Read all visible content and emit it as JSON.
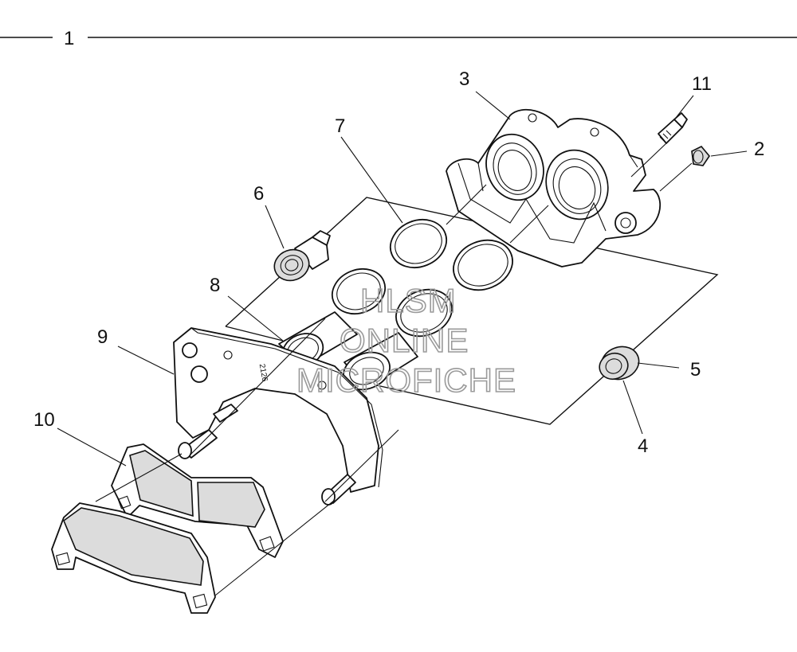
{
  "assembly_number": "1",
  "callouts": [
    {
      "id": "2",
      "label": "2"
    },
    {
      "id": "3",
      "label": "3"
    },
    {
      "id": "4",
      "label": "4"
    },
    {
      "id": "5",
      "label": "5"
    },
    {
      "id": "6",
      "label": "6"
    },
    {
      "id": "7",
      "label": "7"
    },
    {
      "id": "8",
      "label": "8"
    },
    {
      "id": "9",
      "label": "9"
    },
    {
      "id": "10",
      "label": "10"
    },
    {
      "id": "11",
      "label": "11"
    }
  ],
  "bracket_stamp": "2126",
  "watermark": {
    "line1": "HLSM",
    "line2": "ONLINE",
    "line3": "MICROFICHE"
  }
}
